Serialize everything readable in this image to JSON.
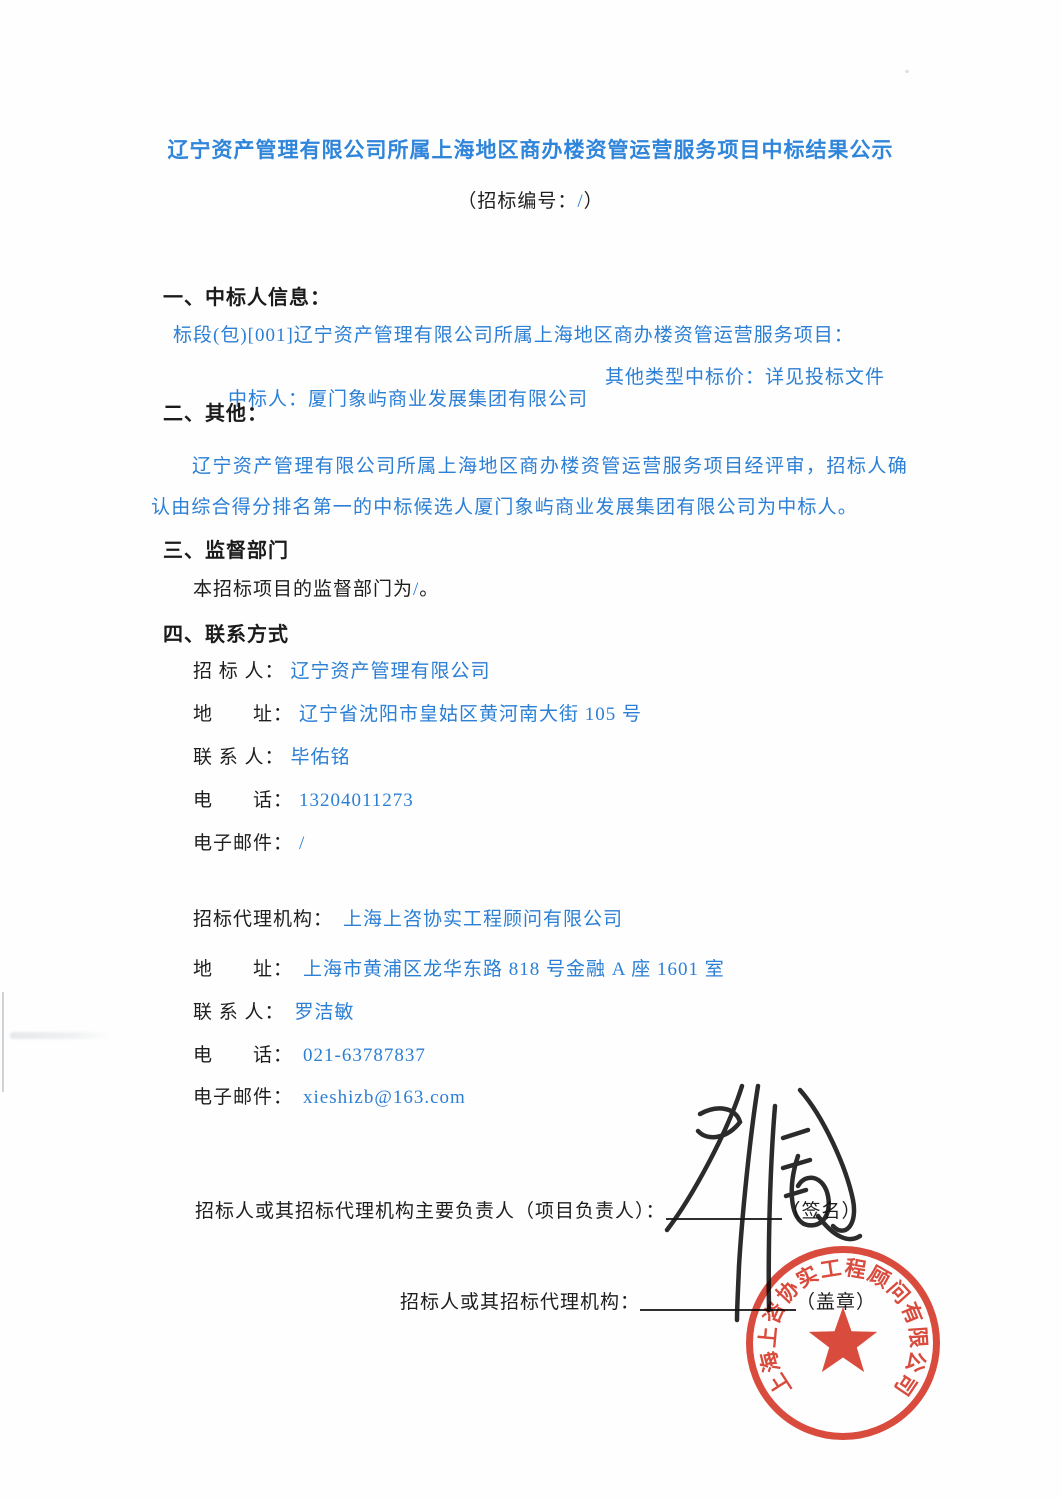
{
  "colors": {
    "accent_blue": "#2b7fd4",
    "title_blue": "#2f85da",
    "stamp_red": "#d63b2c",
    "ink_black": "#1e1e1e"
  },
  "header": {
    "title": "辽宁资产管理有限公司所属上海地区商办楼资管运营服务项目中标结果公示",
    "tender_no_prefix": "（招标编号：",
    "tender_no_value": "/",
    "tender_no_suffix": "）"
  },
  "section_winner": {
    "heading": "一、中标人信息：",
    "lot_line": "标段(包)[001]辽宁资产管理有限公司所属上海地区商办楼资管运营服务项目：",
    "winner_label": "中标人：",
    "winner_value": "厦门象屿商业发展集团有限公司",
    "price_label": "其他类型中标价：",
    "price_value": "详见投标文件"
  },
  "section_other": {
    "heading": "二、其他：",
    "body": "辽宁资产管理有限公司所属上海地区商办楼资管运营服务项目经评审，招标人确认由综合得分排名第一的中标候选人厦门象屿商业发展集团有限公司为中标人。"
  },
  "section_supervisor": {
    "heading": "三、监督部门",
    "body_prefix": "本招标项目的监督部门为",
    "body_value": "/",
    "body_suffix": "。"
  },
  "section_contact": {
    "heading": "四、联系方式",
    "tenderer_rows": [
      {
        "label": "招 标 人：",
        "value": "辽宁资产管理有限公司"
      },
      {
        "label": "地　　址：",
        "value": "辽宁省沈阳市皇姑区黄河南大街 105 号"
      },
      {
        "label": "联 系 人：",
        "value": "毕佑铭"
      },
      {
        "label": "电　　话：",
        "value": "13204011273"
      },
      {
        "label": "电子邮件：",
        "value": "/"
      }
    ],
    "agency_rows": [
      {
        "label": "招标代理机构：",
        "value": "上海上咨协实工程顾问有限公司"
      },
      {
        "label": "地　　址：",
        "value": "上海市黄浦区龙华东路 818 号金融 A 座 1601 室"
      },
      {
        "label": "联 系 人：",
        "value": "罗洁敏"
      },
      {
        "label": "电　　话：",
        "value": "021-63787837"
      },
      {
        "label": "电子邮件：",
        "value": "xieshizb@163.com"
      }
    ]
  },
  "footer": {
    "principal_label": "招标人或其招标代理机构主要负责人（项目负责人）：",
    "sign_hint": "（签名）",
    "org_label": "招标人或其招标代理机构：",
    "seal_hint": "（盖章）",
    "seal_text": "上海上咨协实工程顾问有限公司"
  }
}
